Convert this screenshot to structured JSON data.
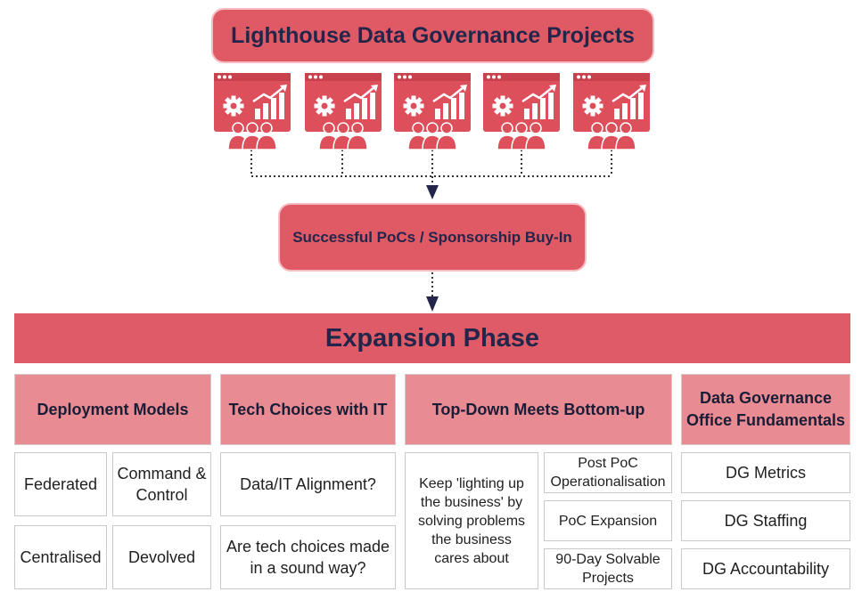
{
  "title": "Lighthouse Data Governance Projects",
  "project_icons": [
    {
      "icon": "project-dashboard-icon"
    },
    {
      "icon": "project-dashboard-icon"
    },
    {
      "icon": "project-dashboard-icon"
    },
    {
      "icon": "project-dashboard-icon"
    },
    {
      "icon": "project-dashboard-icon"
    }
  ],
  "milestone": "Successful PoCs / Sponsorship Buy-In",
  "phase": "Expansion Phase",
  "columns": {
    "deployment": {
      "header": "Deployment Models",
      "cells": [
        "Federated",
        "Command & Control",
        "Centralised",
        "Devolved"
      ]
    },
    "tech": {
      "header": "Tech Choices with IT",
      "cells": [
        "Data/IT Alignment?",
        "Are tech choices made in a sound way?"
      ]
    },
    "topdown": {
      "header": "Top-Down Meets Bottom-up",
      "left": "Keep 'lighting up the business' by solving problems the business cares about",
      "right": [
        "Post PoC Operationalisation",
        "PoC Expansion",
        "90-Day Solvable Projects"
      ]
    },
    "dgo": {
      "header": "Data Governance Office Fundamentals",
      "cells": [
        "DG Metrics",
        "DG Staffing",
        "DG Accountability"
      ]
    }
  },
  "colors": {
    "accent": "#df5b67",
    "header": "#e98b93",
    "text": "#23264a"
  }
}
